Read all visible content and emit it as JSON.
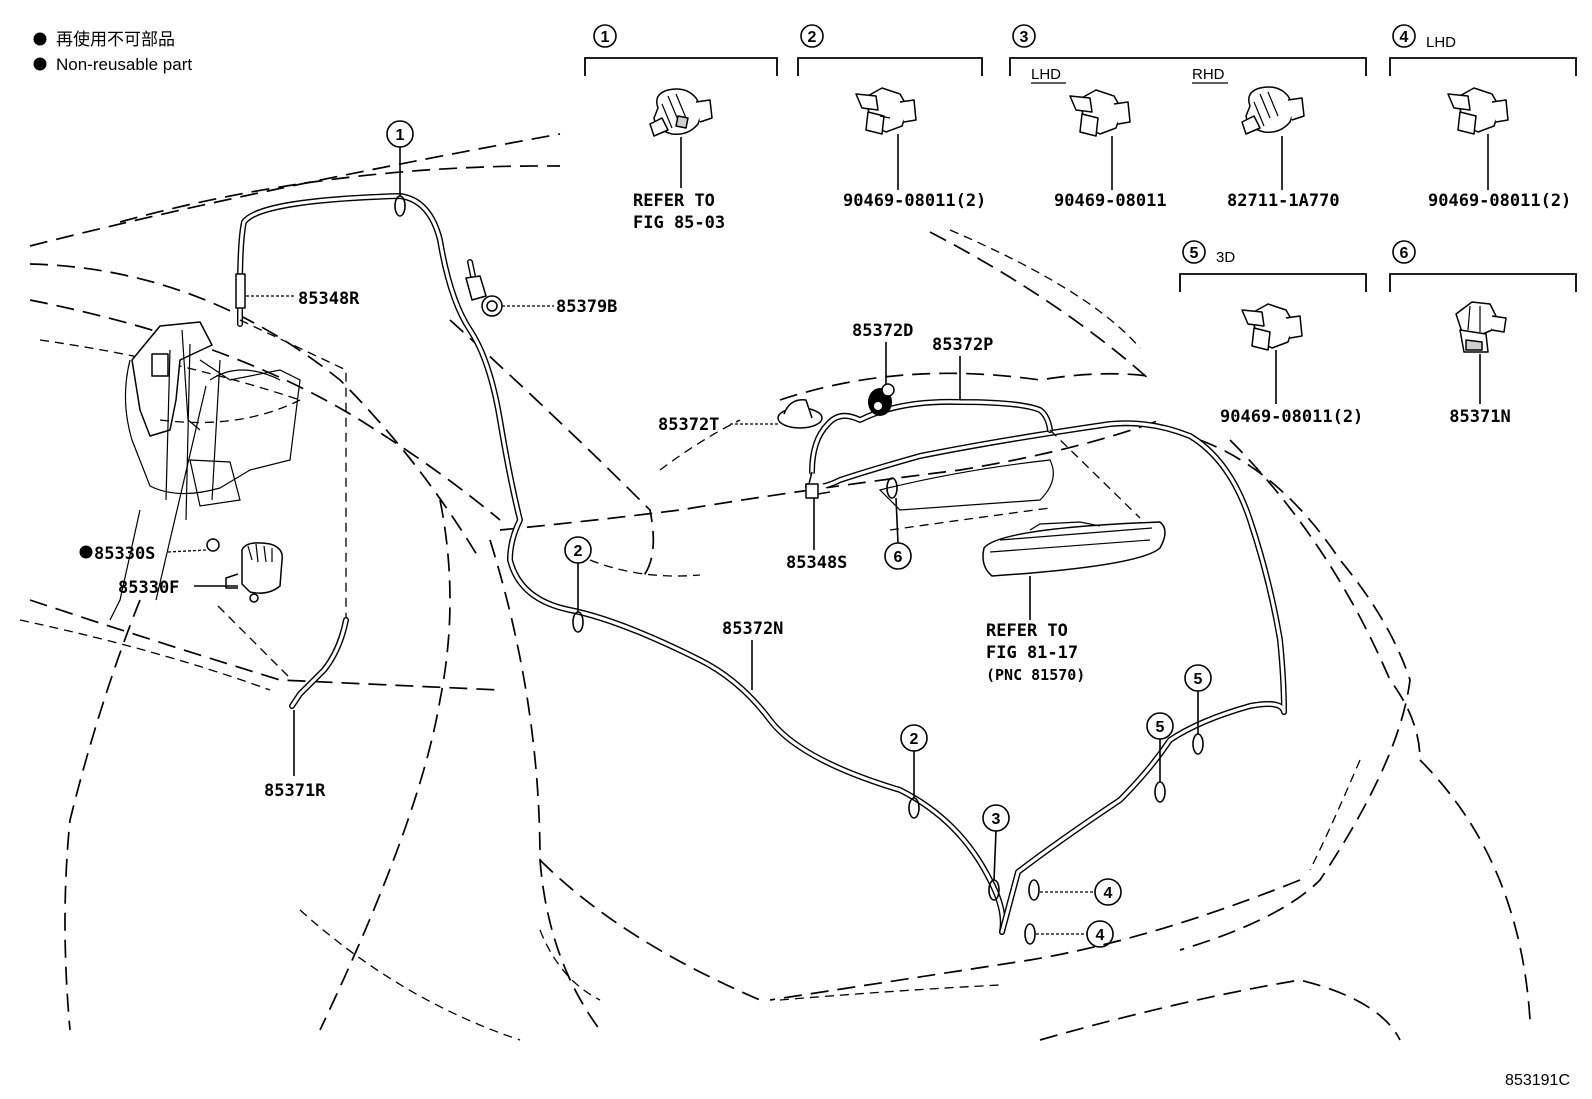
{
  "legend": {
    "jp": "再使用不可部品",
    "en": "Non-reusable part"
  },
  "figure_code": "853191C",
  "detail_views": [
    {
      "num": "1",
      "tag": "",
      "labels": [
        "REFER TO",
        "FIG 85-03"
      ]
    },
    {
      "num": "2",
      "tag": "",
      "labels": [
        "90469-08011(2)"
      ]
    },
    {
      "num": "3",
      "tag": "",
      "sub": [
        {
          "tag": "LHD",
          "label": "90469-08011"
        },
        {
          "tag": "RHD",
          "label": "82711-1A770"
        }
      ]
    },
    {
      "num": "4",
      "tag": "LHD",
      "labels": [
        "90469-08011(2)"
      ]
    },
    {
      "num": "5",
      "tag": "3D",
      "labels": [
        "90469-08011(2)"
      ]
    },
    {
      "num": "6",
      "tag": "",
      "labels": [
        "85371N"
      ]
    }
  ],
  "parts": {
    "p85348R": "85348R",
    "p85379B": "85379B",
    "p85372D": "85372D",
    "p85372P": "85372P",
    "p85372T": "85372T",
    "p85348S": "85348S",
    "p85330S": "85330S",
    "p85330F": "85330F",
    "p85372N": "85372N",
    "p85371R": "85371R"
  },
  "lamp_ref": [
    "REFER TO",
    "FIG 81-17",
    "(PNC 81570)"
  ],
  "clip_callouts": [
    "1",
    "2",
    "2",
    "3",
    "4",
    "4",
    "5",
    "5",
    "6"
  ]
}
